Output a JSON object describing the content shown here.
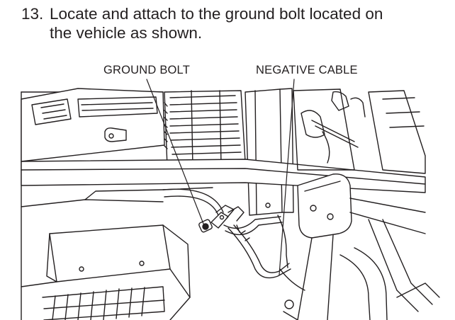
{
  "instruction": {
    "number": "13.",
    "text_line1": "Locate and attach to the ground bolt located on",
    "text_line2": "the vehicle as shown."
  },
  "callouts": {
    "ground_bolt": "GROUND BOLT",
    "negative_cable": "NEGATIVE CABLE"
  }
}
